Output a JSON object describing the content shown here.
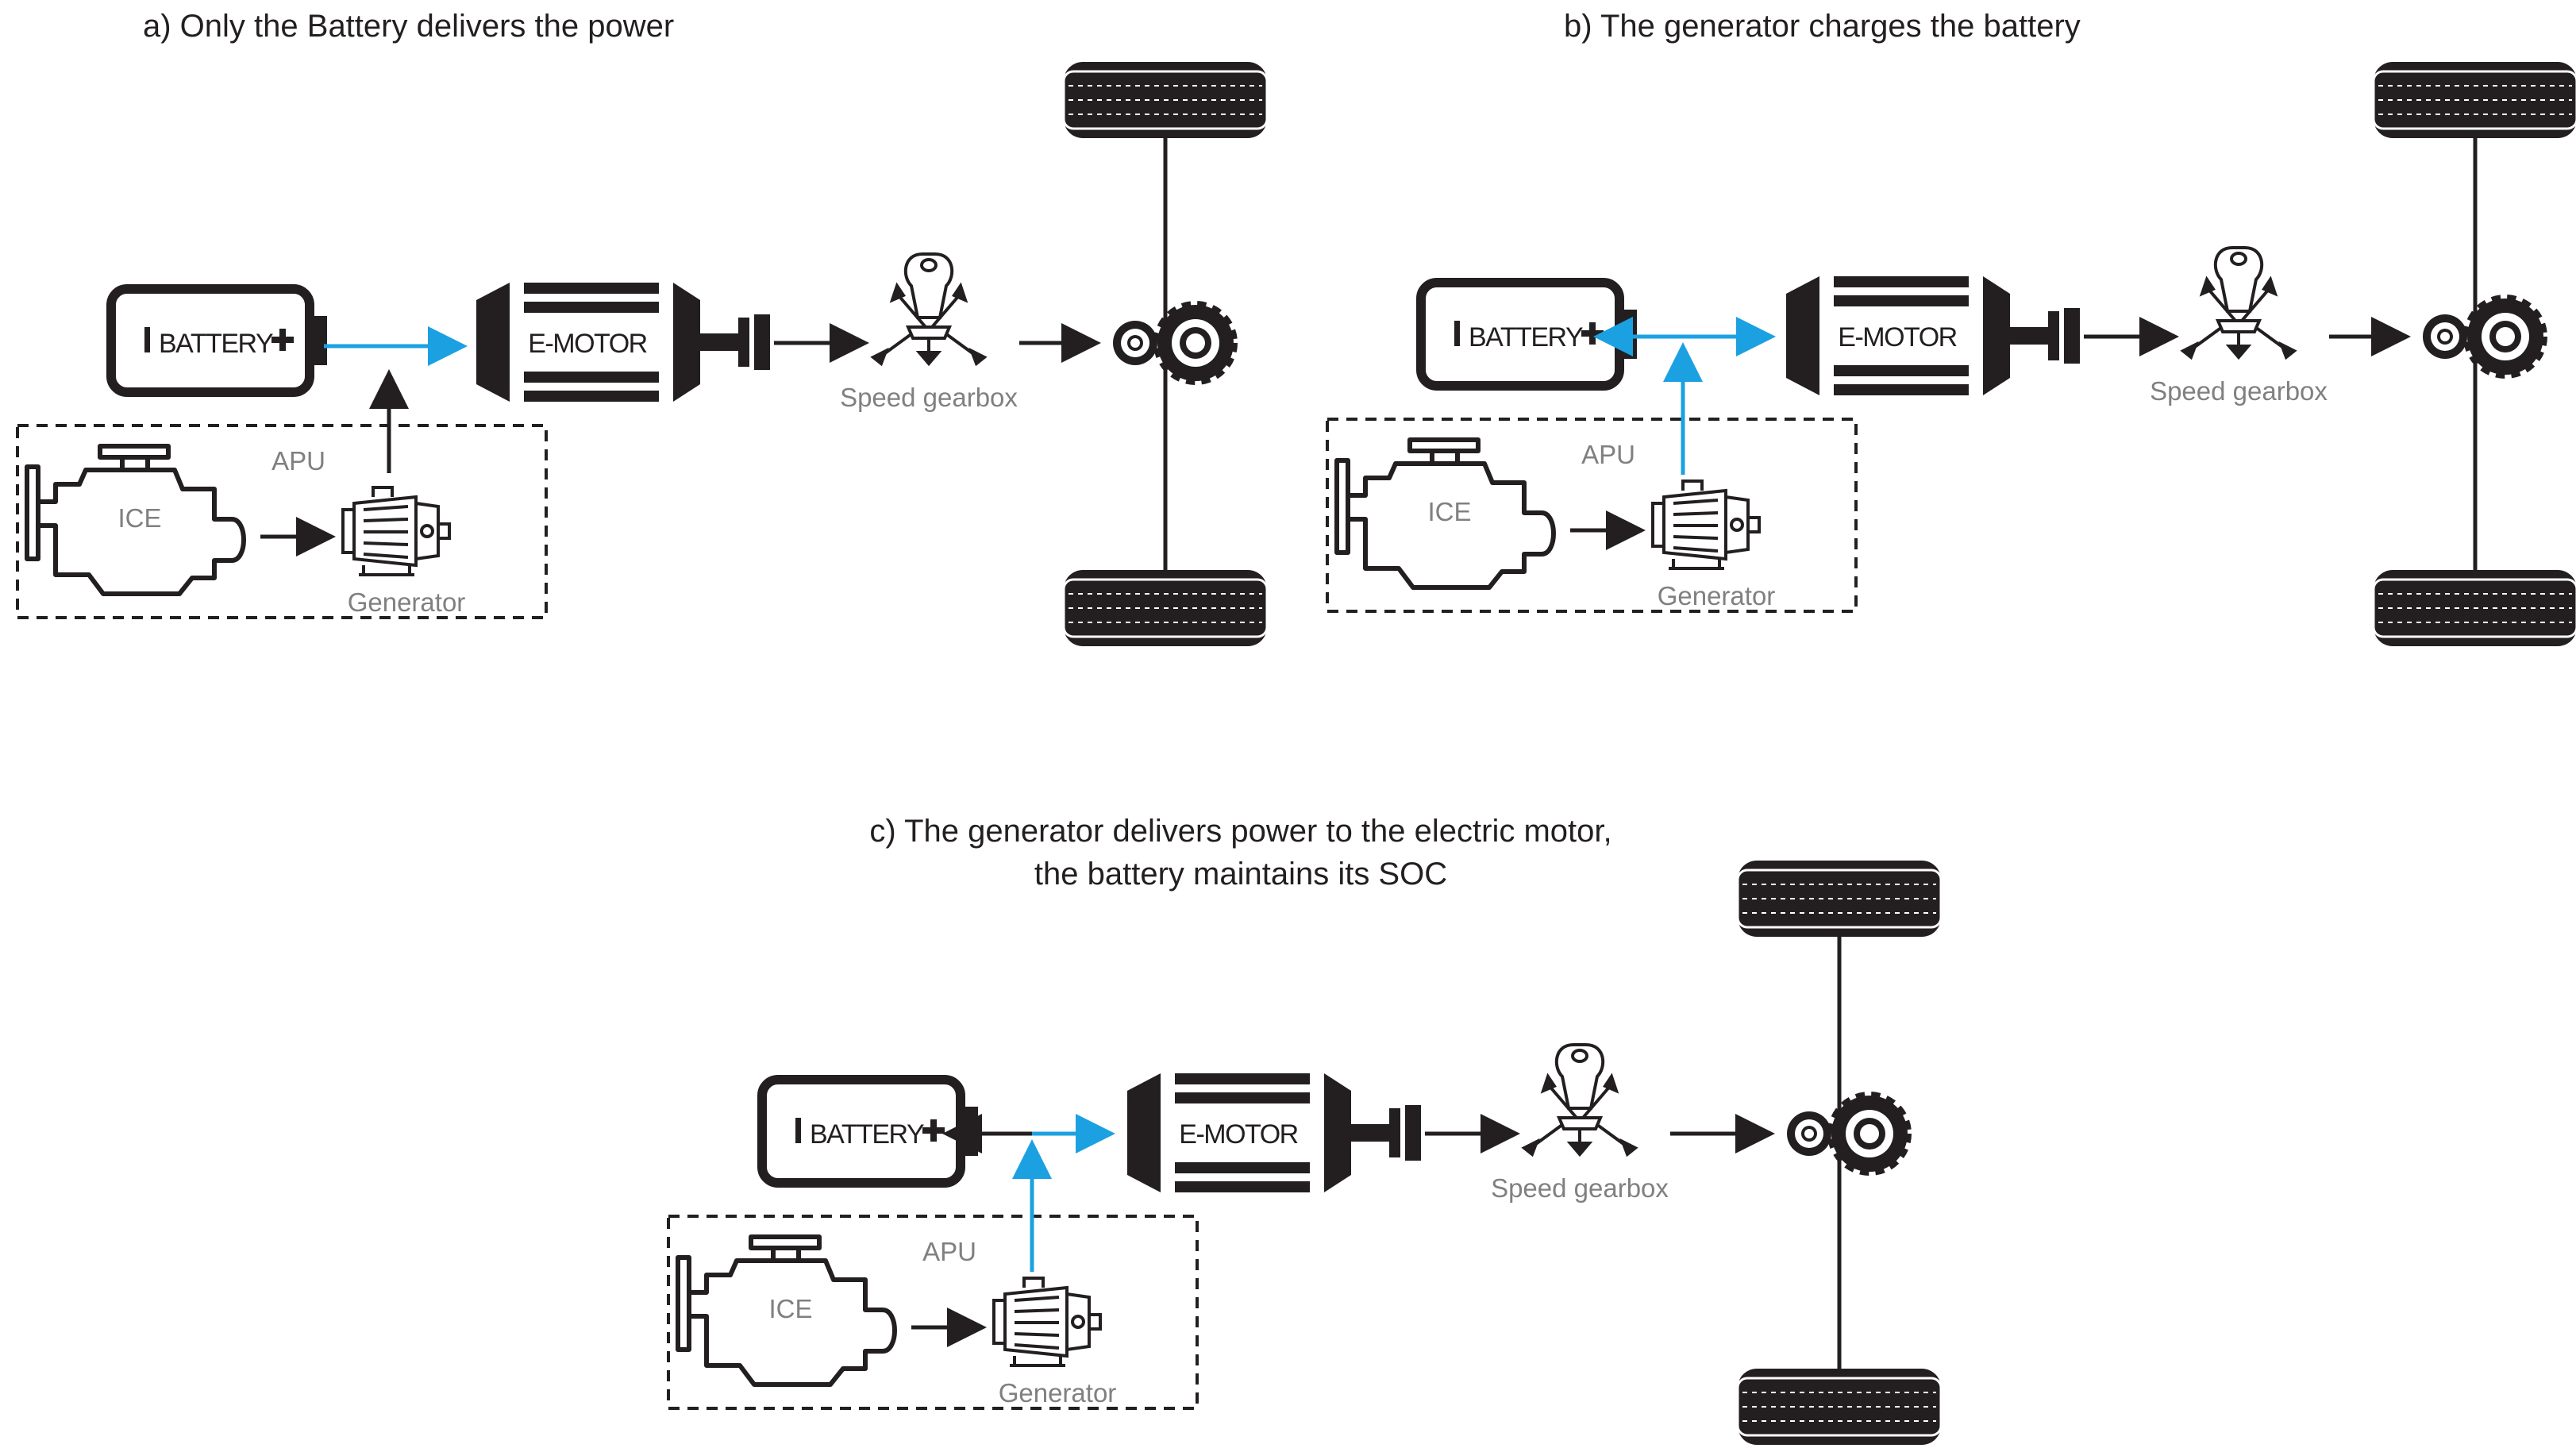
{
  "panels": [
    {
      "title_lines": [
        "a) Only the Battery delivers the power"
      ],
      "battery_label": "BATTERY",
      "motor_label": "E-MOTOR",
      "gearbox_label": "Speed gearbox",
      "apu_label": "APU",
      "ice_label": "ICE",
      "generator_label": "Generator",
      "flow": "battery-to-motor"
    },
    {
      "title_lines": [
        "b) The generator charges the battery"
      ],
      "battery_label": "BATTERY",
      "motor_label": "E-MOTOR",
      "gearbox_label": "Speed gearbox",
      "apu_label": "APU",
      "ice_label": "ICE",
      "generator_label": "Generator",
      "flow": "generator-to-battery-and-motor"
    },
    {
      "title_lines": [
        "c) The generator delivers  power to the electric motor,",
        "the battery maintains its SOC"
      ],
      "battery_label": "BATTERY",
      "motor_label": "E-MOTOR",
      "gearbox_label": "Speed gearbox",
      "apu_label": "APU",
      "ice_label": "ICE",
      "generator_label": "Generator",
      "flow": "generator-to-motor"
    }
  ],
  "colors": {
    "line": "#231f20",
    "power_flow": "#1ba1e2",
    "label_gray": "#808080"
  }
}
